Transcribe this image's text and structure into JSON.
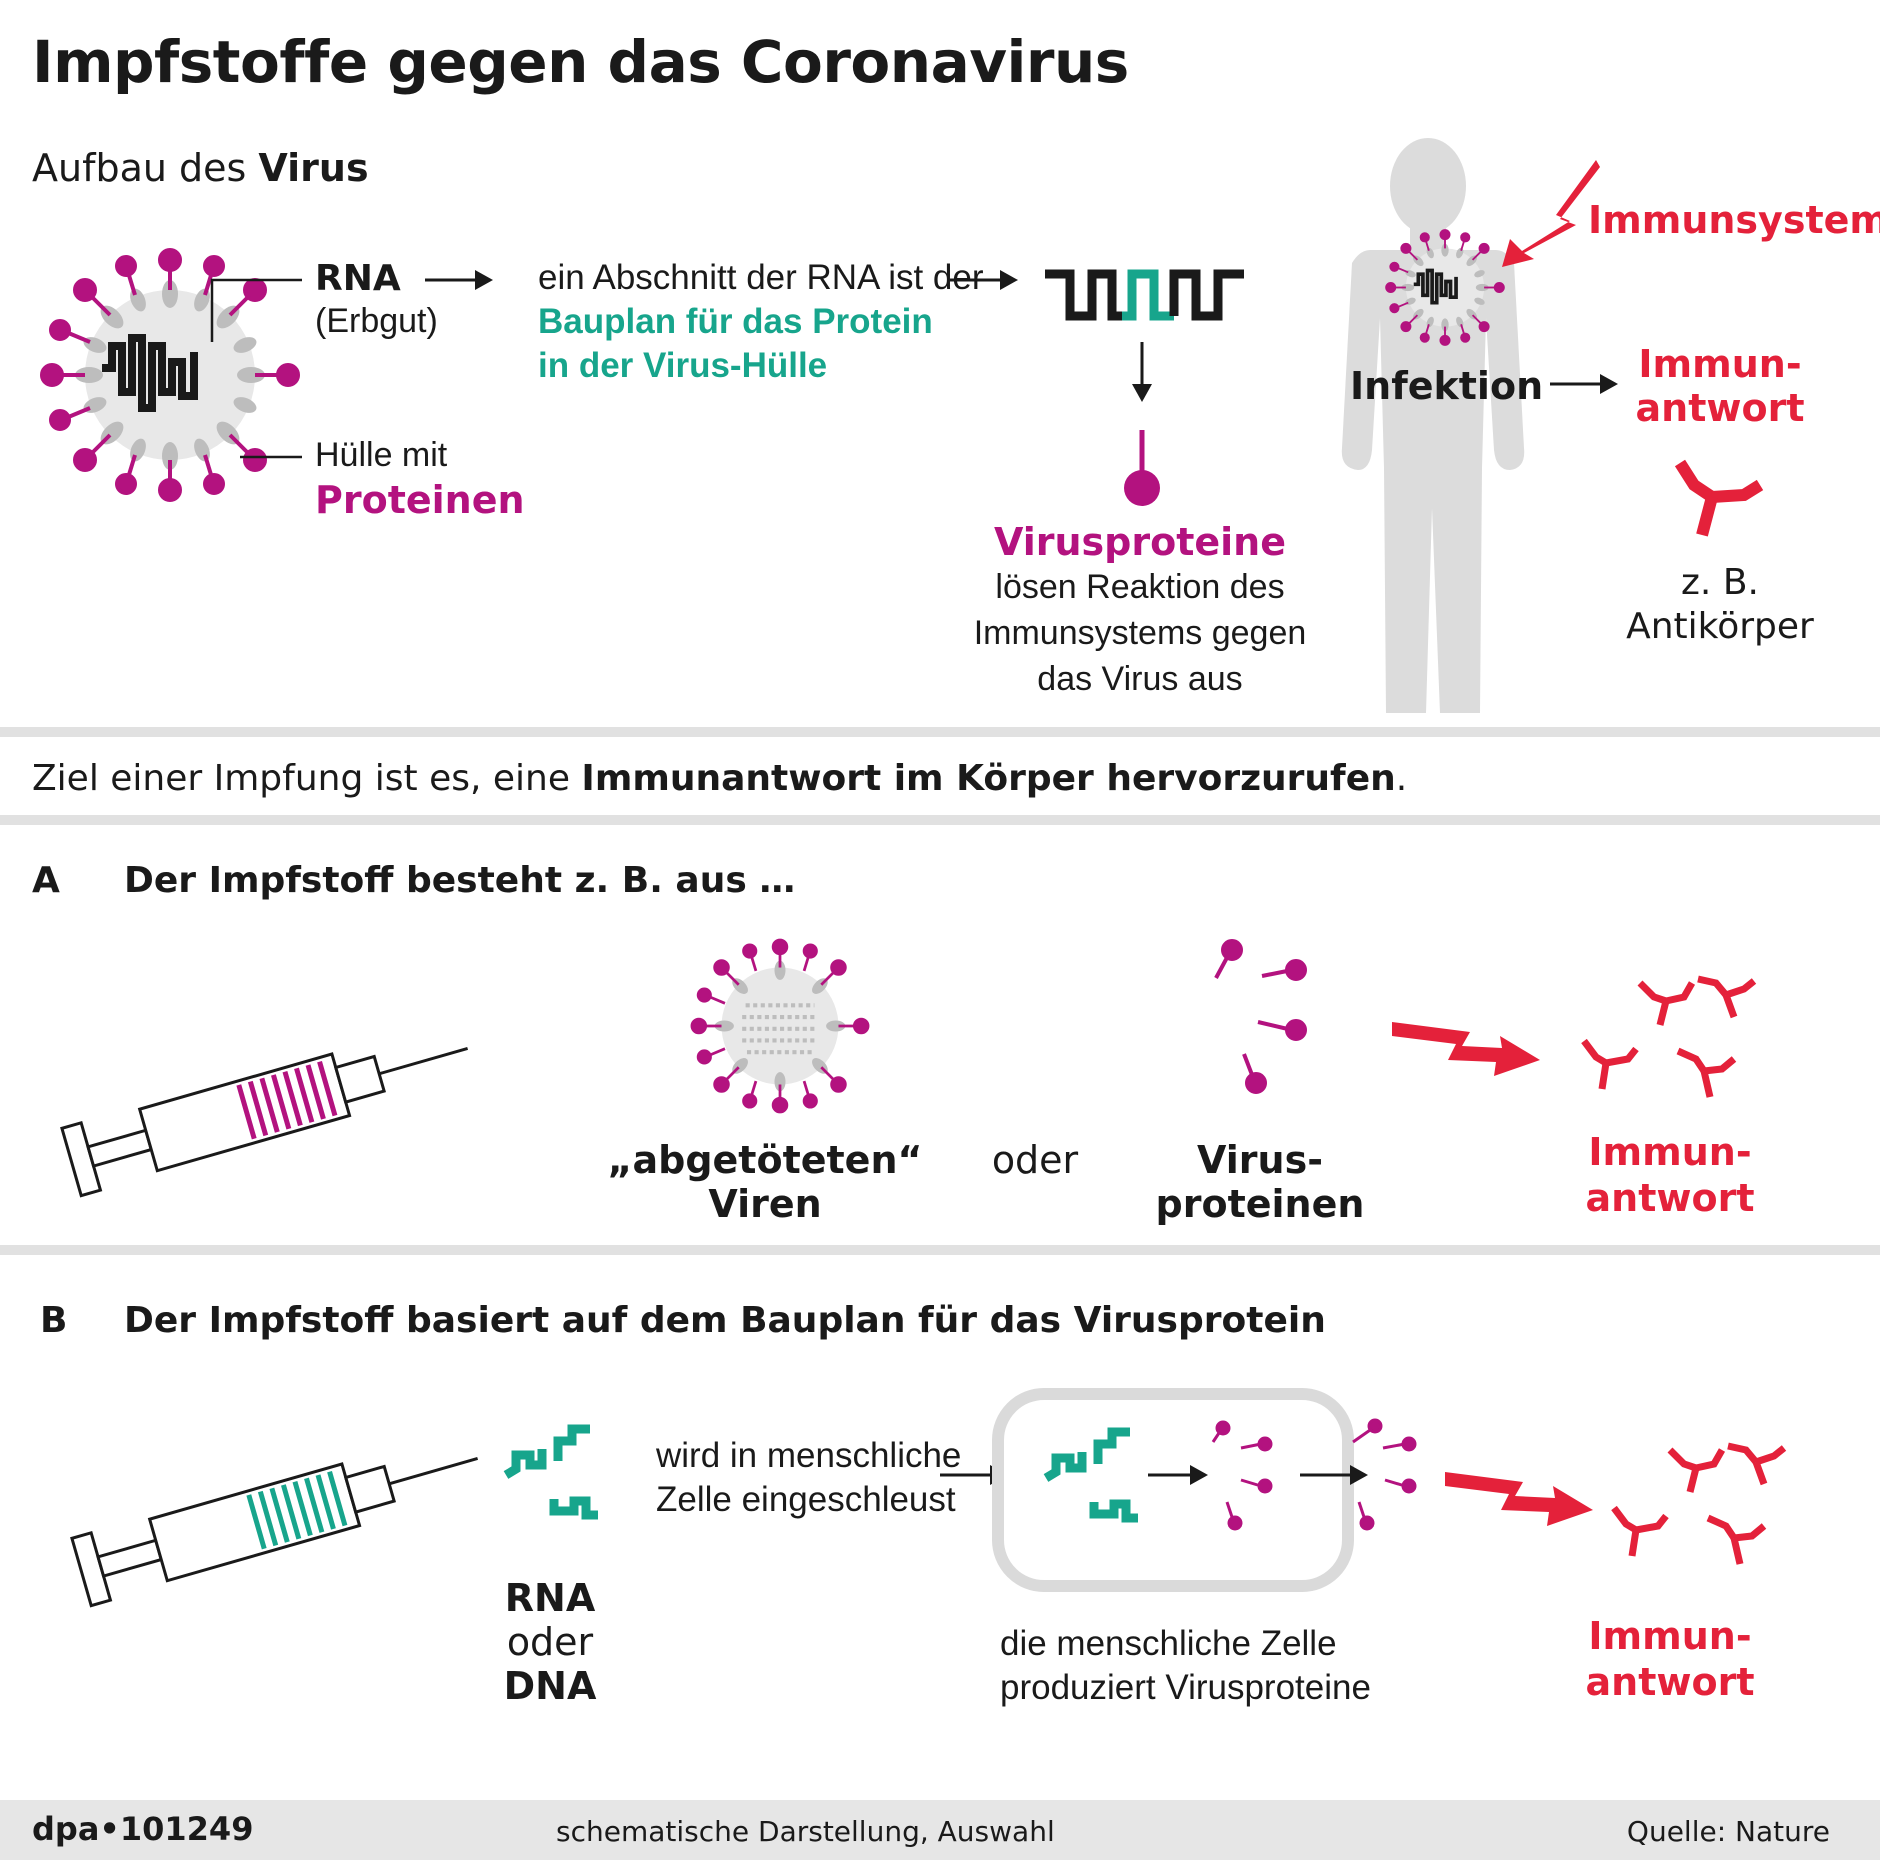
{
  "title": "Impfstoffe gegen das Coronavirus",
  "top": {
    "heading_prefix": "Aufbau des ",
    "heading_bold": "Virus",
    "rna_label": "RNA",
    "rna_sub": "(Erbgut)",
    "huelle_label": "Hülle mit",
    "huelle_bold": "Proteinen",
    "abschnitt_line1": "ein Abschnitt der RNA ist der",
    "abschnitt_line2": "Bauplan für das Protein",
    "abschnitt_line3": "in der Virus-Hülle",
    "virusproteine_label": "Virusproteine",
    "reaktion_line1": "lösen Reaktion des",
    "reaktion_line2": "Immunsystems gegen",
    "reaktion_line3": "das Virus aus",
    "immunsystem_label": "Immunsystem",
    "infektion_label": "Infektion",
    "immunantwort_line1": "Immun-",
    "immunantwort_line2": "antwort",
    "zb_label": "z. B.",
    "antikoerper_label": "Antikörper"
  },
  "goal": {
    "prefix": "Ziel einer Impfung ist es, eine ",
    "bold": "Immunantwort im Körper hervorzurufen",
    "suffix": "."
  },
  "section_a": {
    "letter": "A",
    "heading": "Der Impfstoff besteht z. B. aus …",
    "virus_line1": "„abgetöteten“",
    "virus_line2": "Viren",
    "oder": "oder",
    "proteins_line1": "Virus-",
    "proteins_line2": "proteinen",
    "immun_line1": "Immun-",
    "immun_line2": "antwort"
  },
  "section_b": {
    "letter": "B",
    "heading": "Der Impfstoff basiert auf dem Bauplan für das Virusprotein",
    "rna_line1": "RNA",
    "rna_line2": "oder",
    "rna_line3": "DNA",
    "zelle_line1": "wird in menschliche",
    "zelle_line2": "Zelle eingeschleust",
    "produziert_line1": "die menschliche Zelle",
    "produziert_line2": "produziert Virusproteine",
    "immun_line1": "Immun-",
    "immun_line2": "antwort"
  },
  "footer": {
    "id": "dpa•101249",
    "note": "schematische Darstellung, Auswahl",
    "source": "Quelle: Nature"
  },
  "colors": {
    "magenta": "#b3127f",
    "teal": "#17a58c",
    "red": "#e4213a",
    "grey": "#d6d6d6"
  }
}
